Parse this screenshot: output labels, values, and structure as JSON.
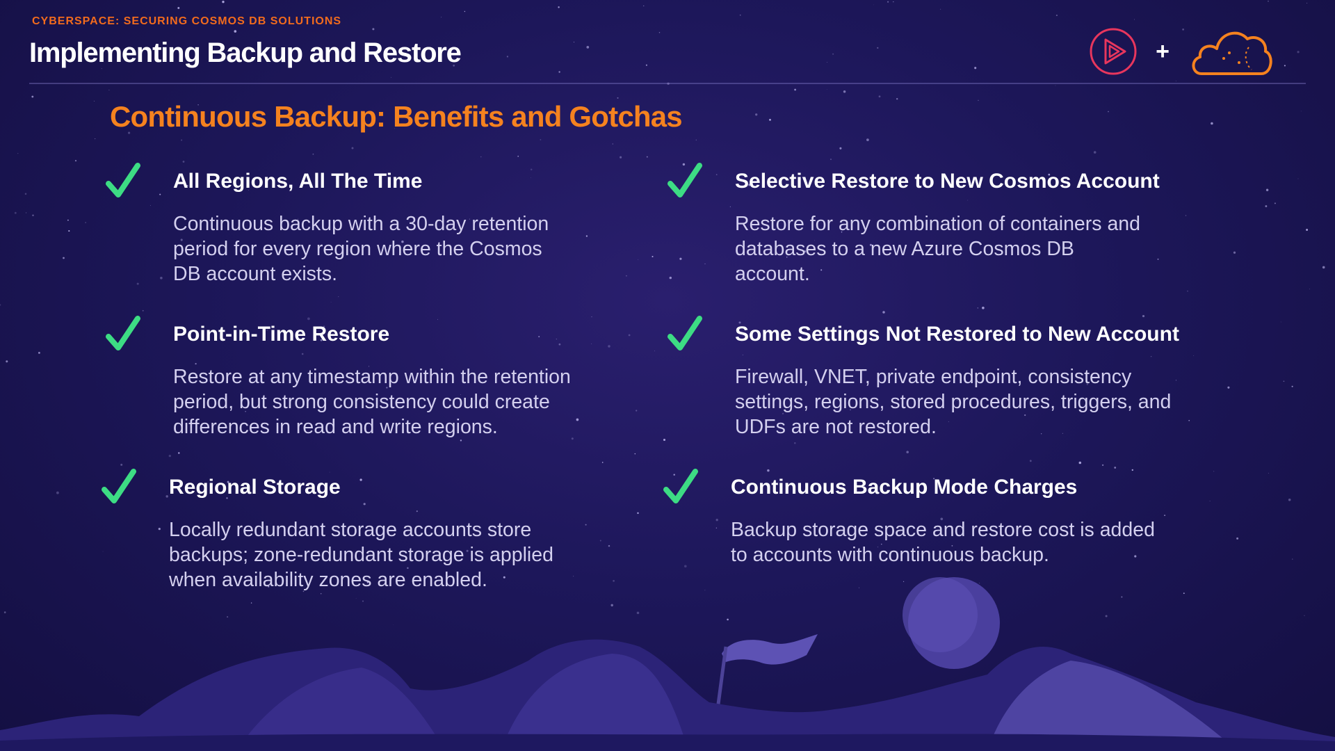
{
  "header": {
    "eyebrow": "CYBERSPACE: SECURING COSMOS DB SOLUTIONS",
    "title": "Implementing Backup and Restore",
    "plus": "+"
  },
  "slide": {
    "section_title": "Continuous Backup: Benefits and Gotchas",
    "items": [
      {
        "title": "All Regions, All The Time",
        "description": "Continuous backup with a 30-day retention period for every region where the Cosmos DB account exists."
      },
      {
        "title": "Selective Restore to New Cosmos Account",
        "description": "Restore for any combination of containers and databases to a new Azure Cosmos DB account."
      },
      {
        "title": "Point-in-Time Restore",
        "description": "Restore at any timestamp within the retention period, but strong consistency could create differences in read and write regions."
      },
      {
        "title": "Some Settings Not Restored to New Account",
        "description": "Firewall, VNET, private endpoint, consistency settings, regions, stored procedures, triggers, and UDFs are not restored."
      },
      {
        "title": "Regional Storage",
        "description": "Locally redundant storage accounts store backups; zone-redundant storage is applied when availability zones are enabled."
      },
      {
        "title": "Continuous Backup Mode Charges",
        "description": "Backup storage space and restore cost is added to accounts with continuous backup."
      }
    ]
  },
  "colors": {
    "background": "#1d175a",
    "accent_orange": "#f5821f",
    "check_green": "#3ddc84",
    "description_text": "#d4d0ef"
  },
  "icons": [
    "check-icon",
    "play-logo-icon",
    "cloud-logo-icon"
  ]
}
